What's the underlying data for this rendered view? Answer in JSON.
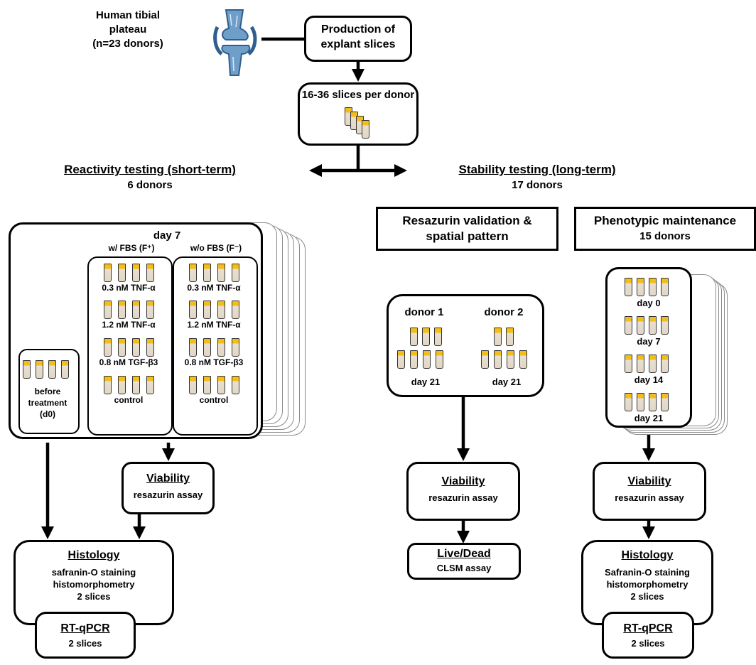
{
  "source": {
    "line1": "Human tibial",
    "line2": "plateau",
    "line3": "(n=23 donors)",
    "icon": "knee-joint-icon"
  },
  "production": {
    "line1": "Production of",
    "line2": "explant slices"
  },
  "slices": {
    "label": "16-36 slices per donor"
  },
  "reactivity": {
    "title": "Reactivity testing (short-term)",
    "donors": "6 donors"
  },
  "stability": {
    "title": "Stability testing (long-term)",
    "donors": "17 donors"
  },
  "day7": {
    "title": "day 7",
    "fbs_pos": "w/ FBS (F⁺)",
    "fbs_neg": "w/o FBS (F⁻)",
    "treatments": [
      "0.3 nM TNF-α",
      "1.2 nM TNF-α",
      "0.8 nM TGF-β3",
      "control"
    ],
    "before_line1": "before",
    "before_line2": "treatment",
    "before_line3": "(d0)"
  },
  "resazurin_validation": {
    "line1": "Resazurin validation &",
    "line2": "spatial pattern"
  },
  "donors_box": {
    "donor1": "donor 1",
    "donor2": "donor 2",
    "day1": "day 21",
    "day2": "day 21"
  },
  "phenotypic": {
    "title": "Phenotypic maintenance",
    "donors": "15 donors"
  },
  "phenotypic_days": [
    "day 0",
    "day 7",
    "day 14",
    "day 21"
  ],
  "viability": {
    "title": "Viability",
    "sub": "resazurin assay"
  },
  "livedead": {
    "title": "Live/Dead",
    "sub": "CLSM assay"
  },
  "histology_left": {
    "title": "Histology",
    "line1": "safranin-O staining",
    "line2": "histomorphometry",
    "line3": "2 slices"
  },
  "histology_right": {
    "title": "Histology",
    "line1": "Safranin-O staining",
    "line2": "histomorphometry",
    "line3": "2 slices"
  },
  "rtqpcr": {
    "title": "RT-qPCR",
    "sub": "2 slices"
  },
  "colors": {
    "tube_cap": "#f2be1b",
    "tube_body": "#e2d7c6",
    "stack_edge": "#8a8a8a"
  }
}
